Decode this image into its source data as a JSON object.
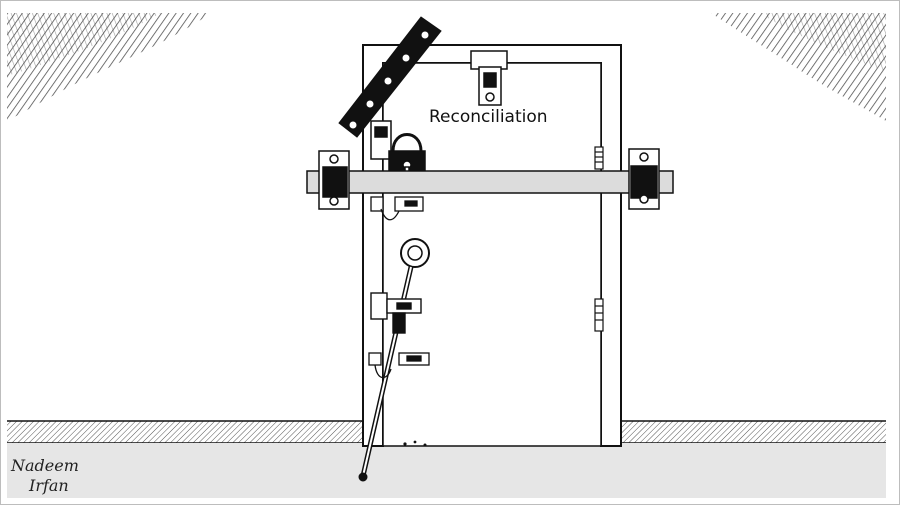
{
  "cartoon": {
    "door_label": "Reconciliation",
    "signature_line1": "Nadeem",
    "signature_line2": "Irfan"
  },
  "colors": {
    "ink": "#111111",
    "bar_fill": "#dcdcdc",
    "floor": "#e6e6e6",
    "paper": "#ffffff"
  }
}
